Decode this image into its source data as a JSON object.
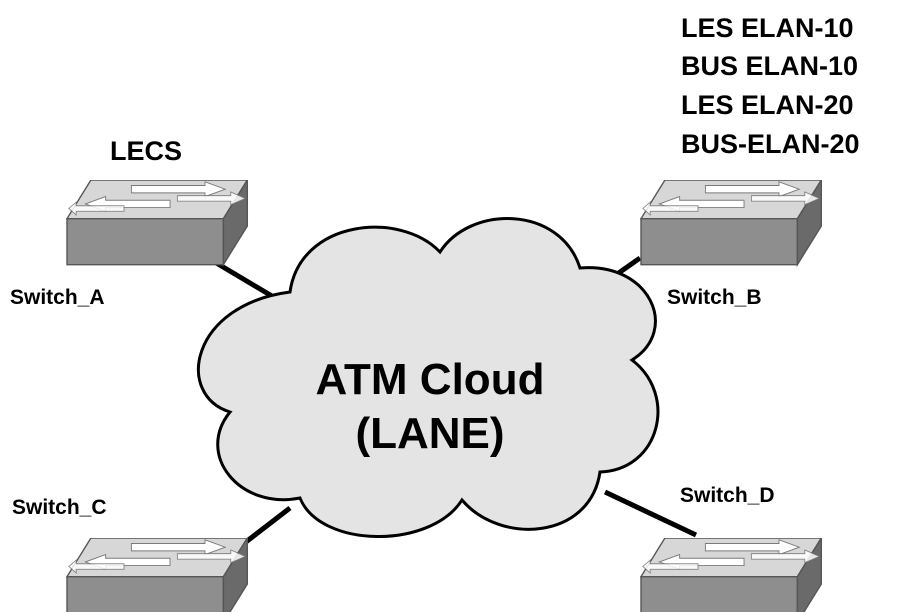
{
  "cloud": {
    "line1": "ATM Cloud",
    "line2": "(LANE)"
  },
  "switches": [
    {
      "id": "a",
      "name": "Switch_A",
      "role_lines": [
        "LECS"
      ]
    },
    {
      "id": "b",
      "name": "Switch_B",
      "role_lines": [
        "LES ELAN-10",
        "BUS ELAN-10",
        "LES ELAN-20",
        "BUS-ELAN-20"
      ]
    },
    {
      "id": "c",
      "name": "Switch_C",
      "role_lines": []
    },
    {
      "id": "d",
      "name": "Switch_D",
      "role_lines": []
    }
  ],
  "colors": {
    "switch_top": "#d7d7d7",
    "switch_front": "#8e8e8e",
    "switch_side": "#6a6a6a",
    "cloud_fill": "#e4e4e4",
    "line": "#000000"
  },
  "icons": {
    "switch": "workgroup-switch-icon",
    "cloud": "atm-cloud-icon"
  }
}
